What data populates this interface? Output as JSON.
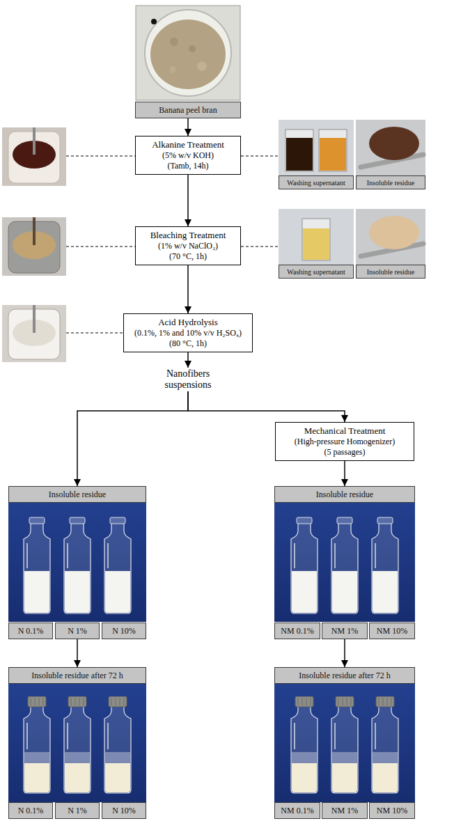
{
  "diagram": {
    "nodes": [
      {
        "text": [
          "Banana peel bran"
        ]
      },
      {
        "text": [
          "Alkanine Treatment",
          "(5% w/v KOH)",
          "(Tamb, 14h)"
        ]
      },
      {
        "text": [
          "Washing supernatant"
        ]
      },
      {
        "text": [
          "Insoluble residue"
        ]
      },
      {
        "text": [
          "Bleaching Treatment",
          "(1% w/v NaClO₂)",
          "(70 °C, 1h)"
        ]
      },
      {
        "text": [
          "Washing supernatant"
        ]
      },
      {
        "text": [
          "Insoluble residue"
        ]
      },
      {
        "text": [
          "Acid Hydrolysis",
          "(0.1%, 1% and 10% v/v H₂SO₄)",
          "(80 °C, 1h)"
        ]
      },
      {
        "text": [
          "Nanofibers suspensions"
        ]
      },
      {
        "text": [
          "Mechanical Treatment",
          "(High-pressure Homogenizer)",
          "(5 passages)"
        ]
      },
      {
        "text": [
          "Insoluble residue"
        ]
      },
      {
        "text": [
          "Insoluble residue"
        ]
      },
      {
        "text": [
          "N 0.1%"
        ]
      },
      {
        "text": [
          "N 1%"
        ]
      },
      {
        "text": [
          "N 10%"
        ]
      },
      {
        "text": [
          "NM 0.1%"
        ]
      },
      {
        "text": [
          "NM 1%"
        ]
      },
      {
        "text": [
          "NM 10%"
        ]
      },
      {
        "text": [
          "Insoluble residue after 72 h"
        ]
      },
      {
        "text": [
          "Insoluble residue after 72 h"
        ]
      },
      {
        "text": [
          "N 0.1%"
        ]
      },
      {
        "text": [
          "N 1%"
        ]
      },
      {
        "text": [
          "N 10%"
        ]
      },
      {
        "text": [
          "NM 0.1%"
        ]
      },
      {
        "text": [
          "NM 1%"
        ]
      },
      {
        "text": [
          "NM 10%"
        ]
      }
    ],
    "edges": [
      {
        "from": 0,
        "to": 1,
        "arrow": "to"
      },
      {
        "from": 1,
        "to": 4,
        "arrow": "to"
      },
      {
        "from": 4,
        "to": 7,
        "arrow": "to"
      },
      {
        "from": 7,
        "to": 8,
        "arrow": "to"
      },
      {
        "from": 8,
        "to": 10,
        "arrow": "to"
      },
      {
        "from": 8,
        "to": 9,
        "arrow": "to"
      },
      {
        "from": 9,
        "to": 11,
        "arrow": "to"
      },
      {
        "from": 13,
        "to": 18,
        "arrow": "to"
      },
      {
        "from": 16,
        "to": 19,
        "arrow": "to"
      }
    ]
  }
}
